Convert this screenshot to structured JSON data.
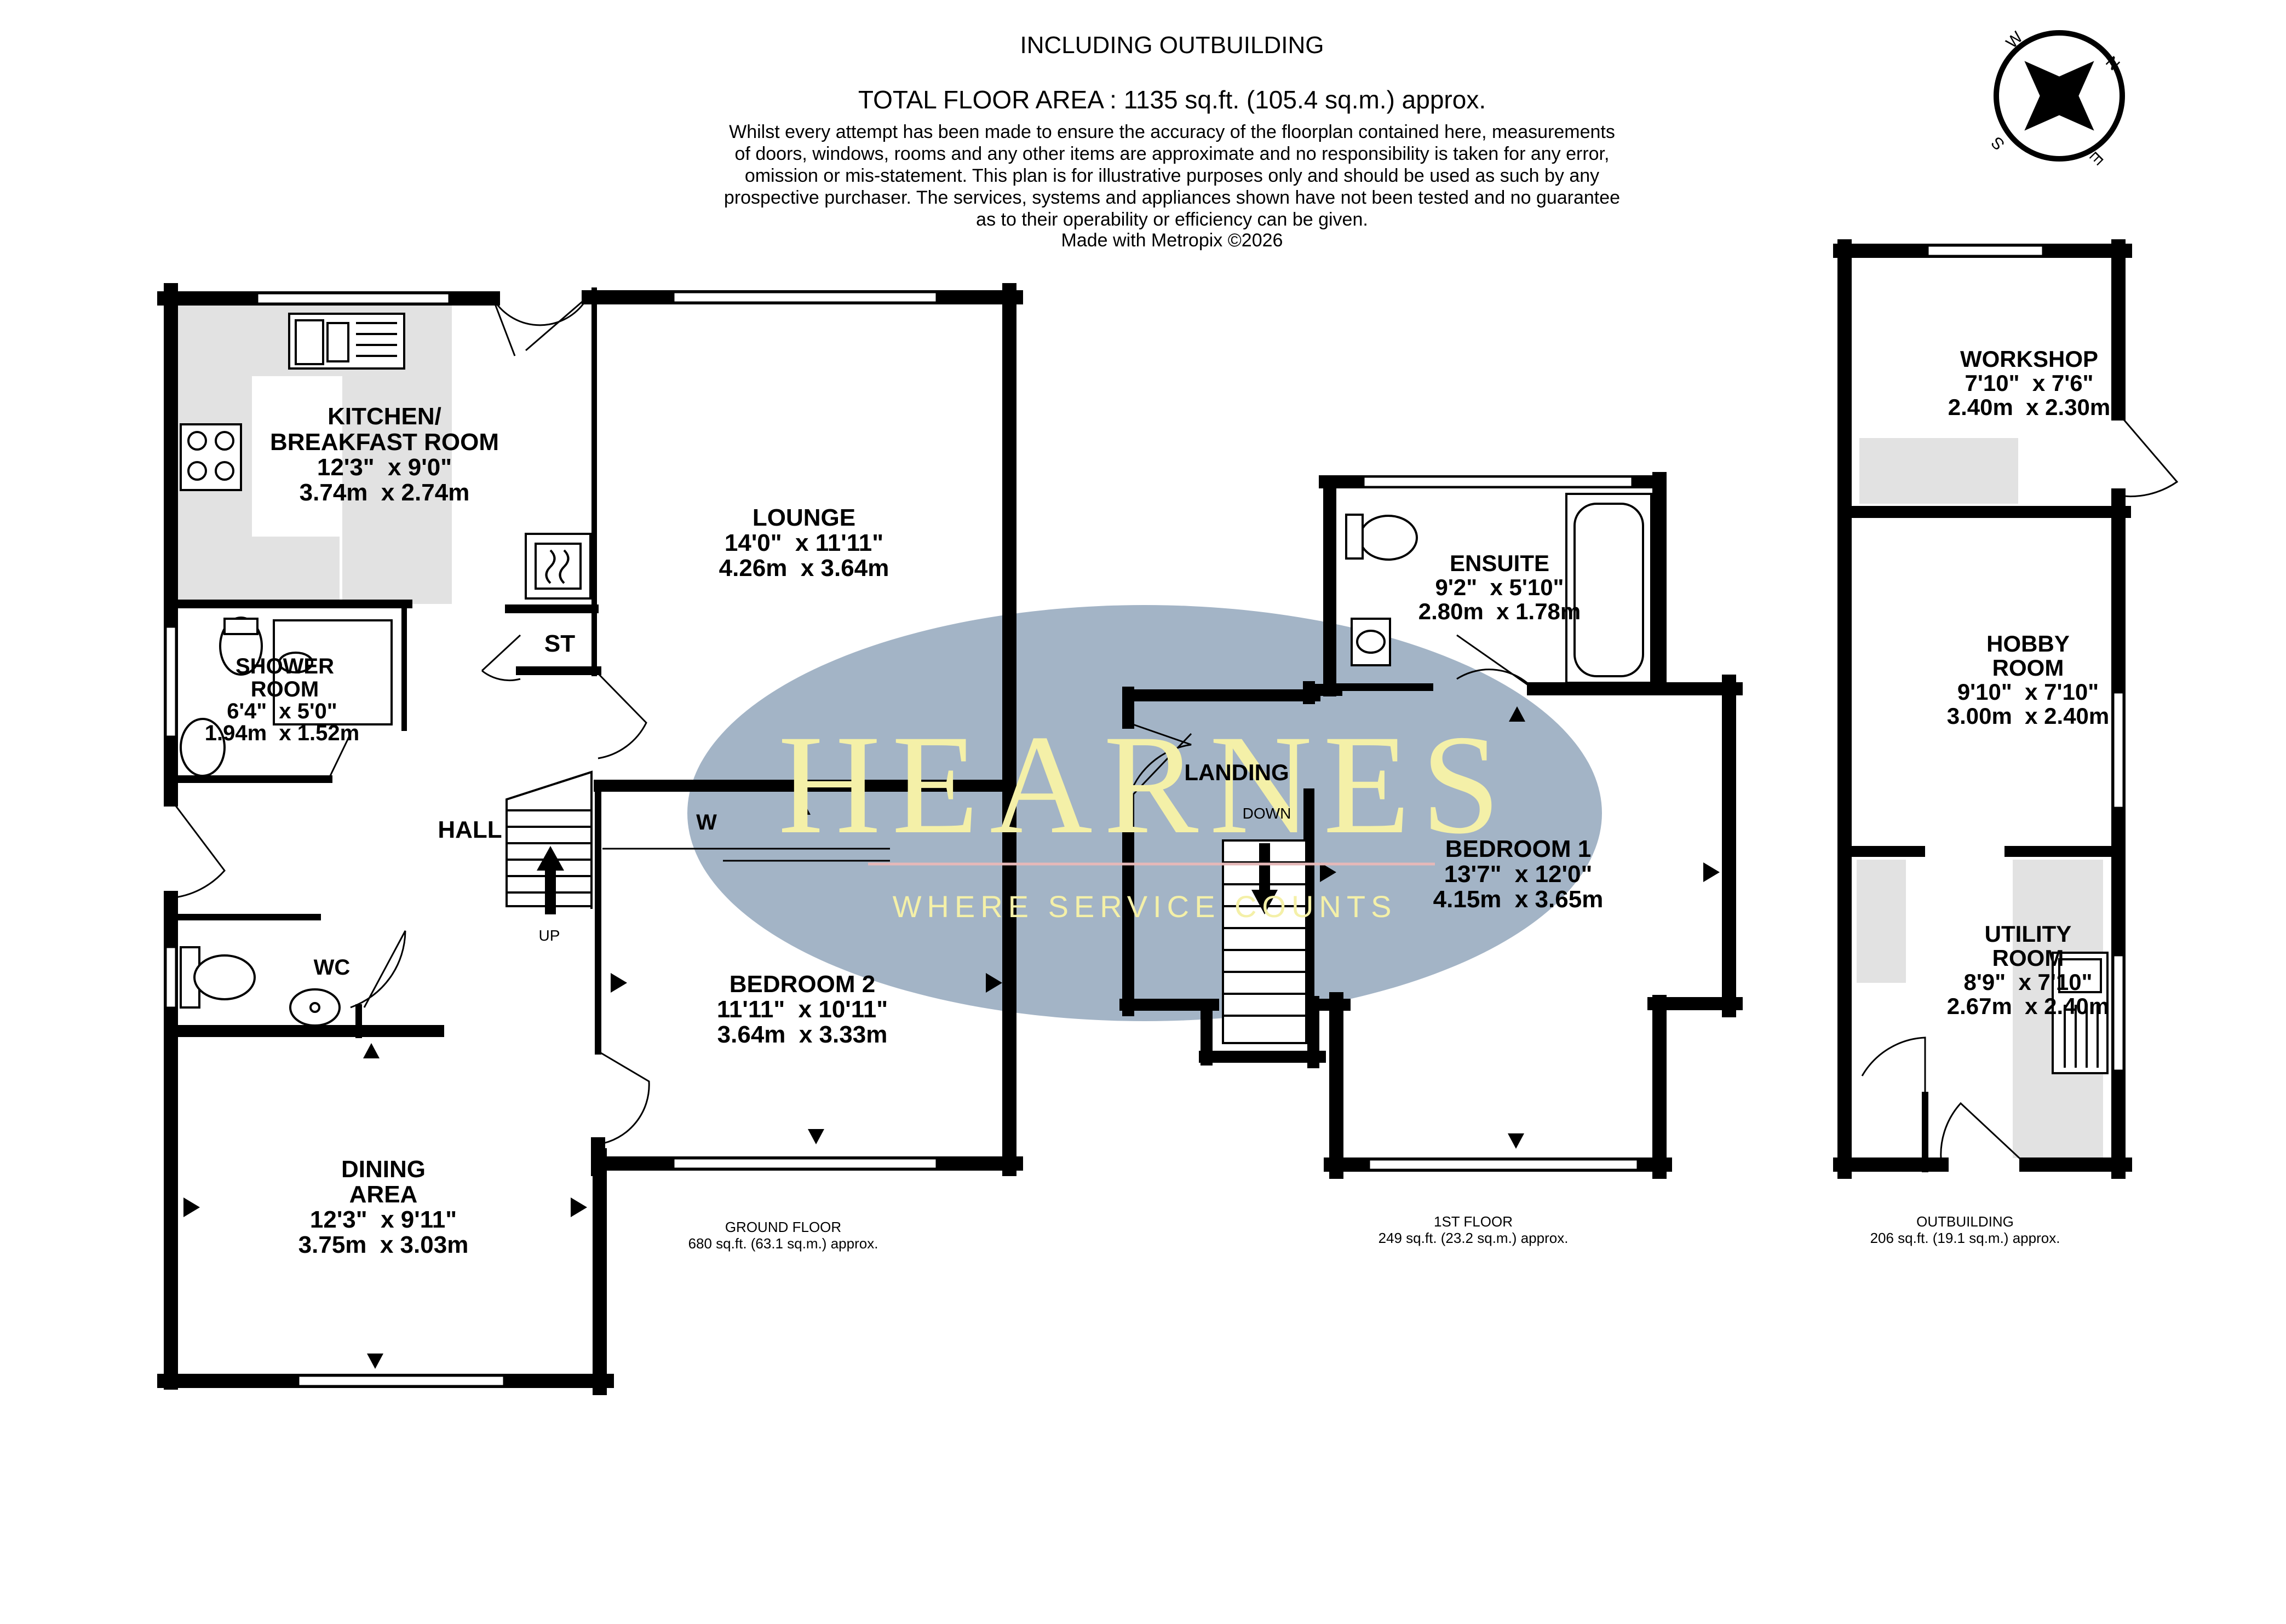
{
  "header": {
    "including": "INCLUDING OUTBUILDING",
    "total_area": "TOTAL FLOOR AREA : 1135 sq.ft. (105.4 sq.m.) approx.",
    "disclaimer_lines": [
      "Whilst every attempt has been made to ensure the accuracy of the floorplan contained here, measurements",
      "of doors, windows, rooms and any other items are approximate and no responsibility is taken for any error,",
      "omission or mis-statement. This plan is for illustrative purposes only and should be used as such by any",
      "prospective purchaser. The services, systems and appliances shown have not been tested and no guarantee",
      "as to their operability or efficiency can be given.",
      "Made with Metropix ©2026"
    ]
  },
  "compass": {
    "n": "N",
    "e": "E",
    "s": "S",
    "w": "W"
  },
  "watermark": {
    "name": "HEARNES",
    "tagline": "WHERE SERVICE COUNTS",
    "oval_color": "#a3b4c6",
    "text_color": "#f4f0a8"
  },
  "rooms": {
    "kitchen": {
      "name1": "KITCHEN/",
      "name2": "BREAKFAST ROOM",
      "imperial": "12'3\"  x 9'0\"",
      "metric": "3.74m  x 2.74m"
    },
    "lounge": {
      "name": "LOUNGE",
      "imperial": "14'0\"  x 11'11\"",
      "metric": "4.26m  x 3.64m"
    },
    "shower": {
      "name1": "SHOWER",
      "name2": "ROOM",
      "imperial": "6'4\"  x 5'0\"",
      "metric": "1.94m  x 1.52m"
    },
    "st": {
      "name": "ST"
    },
    "hall": {
      "name": "HALL"
    },
    "w": {
      "name": "W"
    },
    "up": {
      "name": "UP"
    },
    "wc": {
      "name": "WC"
    },
    "bedroom2": {
      "name": "BEDROOM 2",
      "imperial": "11'11\"  x 10'11\"",
      "metric": "3.64m  x 3.33m"
    },
    "dining": {
      "name1": "DINING",
      "name2": "AREA",
      "imperial": "12'3\"  x 9'11\"",
      "metric": "3.75m  x 3.03m"
    },
    "ensuite": {
      "name": "ENSUITE",
      "imperial": "9'2\"  x 5'10\"",
      "metric": "2.80m  x 1.78m"
    },
    "landing": {
      "name": "LANDING"
    },
    "down": {
      "name": "DOWN"
    },
    "bedroom1": {
      "name": "BEDROOM 1",
      "imperial": "13'7\"  x 12'0\"",
      "metric": "4.15m  x 3.65m"
    },
    "workshop": {
      "name": "WORKSHOP",
      "imperial": "7'10\"  x 7'6\"",
      "metric": "2.40m  x 2.30m"
    },
    "hobby": {
      "name1": "HOBBY",
      "name2": "ROOM",
      "imperial": "9'10\"  x 7'10\"",
      "metric": "3.00m  x 2.40m"
    },
    "utility": {
      "name1": "UTILITY",
      "name2": "ROOM",
      "imperial": "8'9\"  x 7'10\"",
      "metric": "2.67m  x 2.40m"
    }
  },
  "floors": {
    "ground": {
      "name": "GROUND FLOOR",
      "area": "680 sq.ft. (63.1 sq.m.) approx."
    },
    "first": {
      "name": "1ST FLOOR",
      "area": "249 sq.ft. (23.2 sq.m.) approx."
    },
    "outbuilding": {
      "name": "OUTBUILDING",
      "area": "206 sq.ft. (19.1 sq.m.) approx."
    }
  }
}
